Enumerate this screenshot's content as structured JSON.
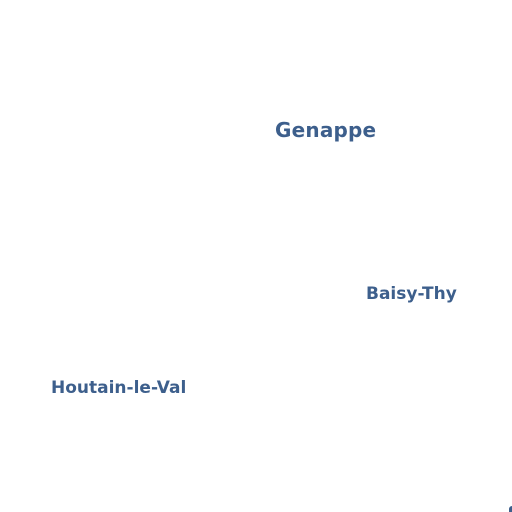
{
  "colors": {
    "background": "#ffffff",
    "label": "#3d5f8c"
  },
  "places": {
    "genappe": "Genappe",
    "baisy_thy": "Baisy-Thy",
    "houtain_le_val": "Houtain-le-Val"
  }
}
